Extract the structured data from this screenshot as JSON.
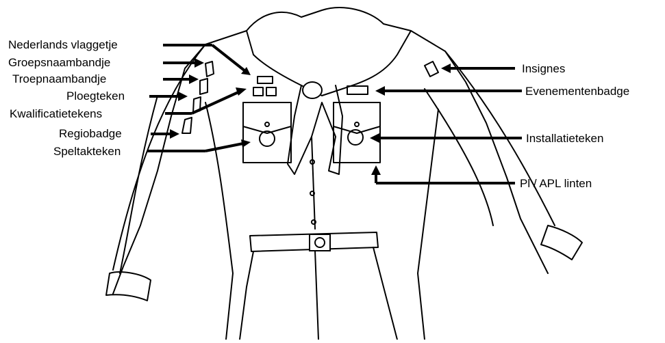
{
  "diagram": {
    "labels_left": [
      "Nederlands vlaggetje",
      "Groepsnaambandje",
      "Troepnaambandje",
      "Ploegteken",
      "Kwalificatietekens",
      "Regiobadge",
      "Speltakteken"
    ],
    "labels_right": [
      "Insignes",
      "Evenementenbadge",
      "Installatieteken",
      "Pl / APL linten"
    ]
  }
}
